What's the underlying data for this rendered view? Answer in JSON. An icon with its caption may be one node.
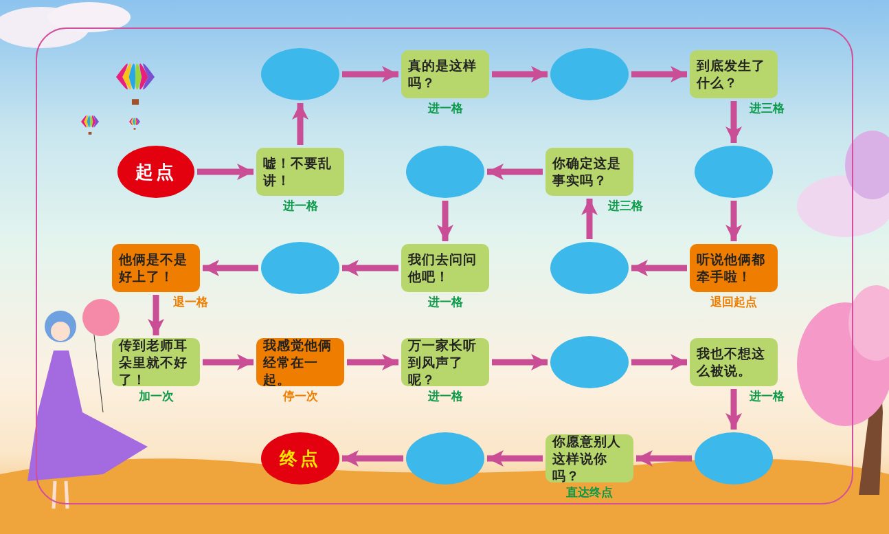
{
  "diagram": {
    "nodes": [
      {
        "text": [
          "起点"
        ]
      },
      {
        "text": [],
        "shape": "ellipse"
      },
      {
        "text": [
          "真的是这样吗？"
        ],
        "beside": [
          "进一格"
        ]
      },
      {
        "text": [],
        "shape": "ellipse"
      },
      {
        "text": [
          "到底发生了什么？"
        ],
        "beside": [
          "进三格"
        ]
      },
      {
        "text": [
          "嘘！不要乱讲！"
        ],
        "beside": [
          "进一格"
        ]
      },
      {
        "text": [],
        "shape": "ellipse"
      },
      {
        "text": [
          "你确定这是事实吗？"
        ],
        "beside": [
          "进三格"
        ]
      },
      {
        "text": [],
        "shape": "ellipse"
      },
      {
        "text": [
          "他俩是不是好上了！"
        ],
        "beside": [
          "退一格"
        ]
      },
      {
        "text": [],
        "shape": "ellipse"
      },
      {
        "text": [
          "我们去问问他吧！"
        ],
        "beside": [
          "进一格"
        ]
      },
      {
        "text": [],
        "shape": "ellipse"
      },
      {
        "text": [
          "听说他俩都牵手啦！"
        ],
        "beside": [
          "退回起点"
        ]
      },
      {
        "text": [
          "传到老师耳朵里就不好了！"
        ],
        "beside": [
          "加一次"
        ]
      },
      {
        "text": [
          "我感觉他俩经常在一起。"
        ],
        "beside": [
          "停一次"
        ]
      },
      {
        "text": [
          "万一家长听到风声了呢？"
        ],
        "beside": [
          "进一格"
        ]
      },
      {
        "text": [],
        "shape": "ellipse"
      },
      {
        "text": [
          "我也不想这么被说。"
        ],
        "beside": [
          "进一格"
        ]
      },
      {
        "text": [
          "终点"
        ]
      },
      {
        "text": [],
        "shape": "ellipse"
      },
      {
        "text": [
          "你愿意别人这样说你吗？"
        ],
        "beside": [
          "直达终点"
        ]
      },
      {
        "text": [],
        "shape": "ellipse"
      }
    ],
    "edges": [
      {
        "from": 0,
        "to": 5,
        "arrow": "to"
      },
      {
        "from": 5,
        "to": 1,
        "arrow": "to"
      },
      {
        "from": 1,
        "to": 2,
        "arrow": "to"
      },
      {
        "from": 2,
        "to": 3,
        "arrow": "to"
      },
      {
        "from": 3,
        "to": 4,
        "arrow": "to"
      },
      {
        "from": 4,
        "to": 8,
        "arrow": "to"
      },
      {
        "from": 8,
        "to": 13,
        "arrow": "to"
      },
      {
        "from": 13,
        "to": 12,
        "arrow": "to"
      },
      {
        "from": 12,
        "to": 7,
        "arrow": "to"
      },
      {
        "from": 7,
        "to": 6,
        "arrow": "to"
      },
      {
        "from": 6,
        "to": 11,
        "arrow": "to"
      },
      {
        "from": 11,
        "to": 10,
        "arrow": "to"
      },
      {
        "from": 10,
        "to": 9,
        "arrow": "to"
      },
      {
        "from": 9,
        "to": 14,
        "arrow": "to"
      },
      {
        "from": 14,
        "to": 15,
        "arrow": "to"
      },
      {
        "from": 15,
        "to": 16,
        "arrow": "to"
      },
      {
        "from": 16,
        "to": 17,
        "arrow": "to"
      },
      {
        "from": 17,
        "to": 18,
        "arrow": "to"
      },
      {
        "from": 18,
        "to": 22,
        "arrow": "to"
      },
      {
        "from": 22,
        "to": 21,
        "arrow": "to"
      },
      {
        "from": 21,
        "to": 20,
        "arrow": "to"
      },
      {
        "from": 20,
        "to": 19,
        "arrow": "to"
      }
    ]
  }
}
